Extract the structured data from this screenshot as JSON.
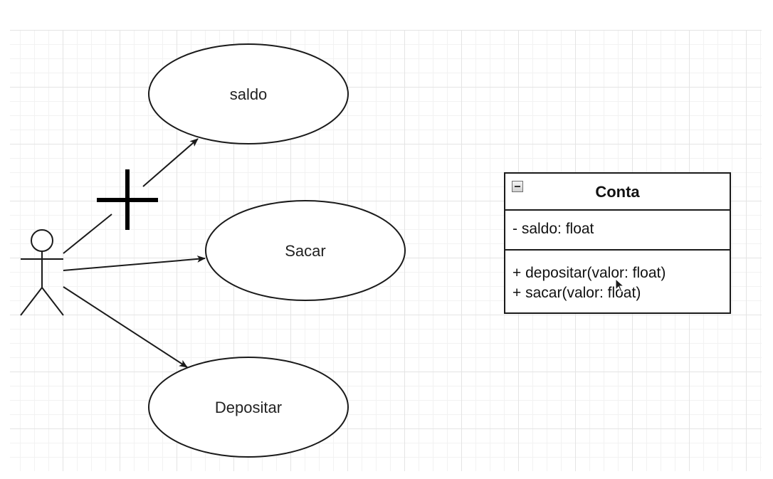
{
  "use_cases": [
    {
      "id": "saldo",
      "label": "saldo"
    },
    {
      "id": "sacar",
      "label": "Sacar"
    },
    {
      "id": "depositar",
      "label": "Depositar"
    }
  ],
  "class": {
    "name": "Conta",
    "attributes": [
      "- saldo: float"
    ],
    "methods": [
      "+ depositar(valor: float)",
      "+ sacar(valor: float)"
    ]
  },
  "icons": {
    "actor": "stick-figure-actor-icon",
    "move_cursor": "crosshair-move-cursor-icon",
    "collapse": "collapse-minus-icon",
    "pointer": "mouse-pointer-icon"
  },
  "colors": {
    "stroke": "#1a1a1a",
    "grid_major": "#e4e4e4",
    "grid_minor": "#f2f2f2",
    "background": "#ffffff"
  }
}
